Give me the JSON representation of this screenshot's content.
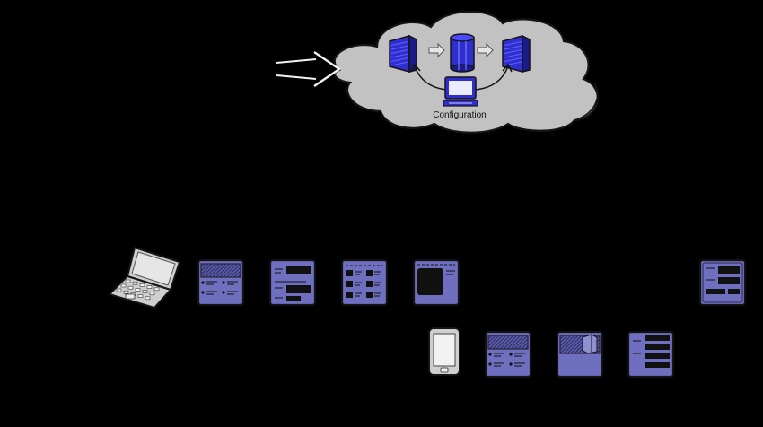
{
  "diagram": {
    "cloud": {
      "label": "Configuration",
      "fill": "#c2c2c2",
      "stroke": "#111111",
      "servers": [
        {
          "icon": "server-rack-icon"
        },
        {
          "icon": "database-cylinder-icon"
        },
        {
          "icon": "server-rack-icon"
        }
      ],
      "config_icon": "monitor-icon"
    },
    "input_arrow_icon": "double-arrow-right-icon",
    "colors": {
      "screen": "#6f6fc0",
      "server": "#2f2fd0",
      "server_dark": "#1a1a8a",
      "device": "#cfcfcf"
    },
    "desktop_flow": {
      "device_icon": "laptop-icon",
      "screens": [
        {
          "layout": "header-two-columns"
        },
        {
          "layout": "stacked-bars"
        },
        {
          "layout": "grid-cards"
        },
        {
          "layout": "image-panel"
        }
      ],
      "end_screen": {
        "layout": "list-panel"
      }
    },
    "mobile_flow": {
      "device_icon": "smartphone-icon",
      "screens": [
        {
          "layout": "header-two-columns"
        },
        {
          "layout": "image-box"
        },
        {
          "layout": "list-rows"
        }
      ]
    }
  }
}
